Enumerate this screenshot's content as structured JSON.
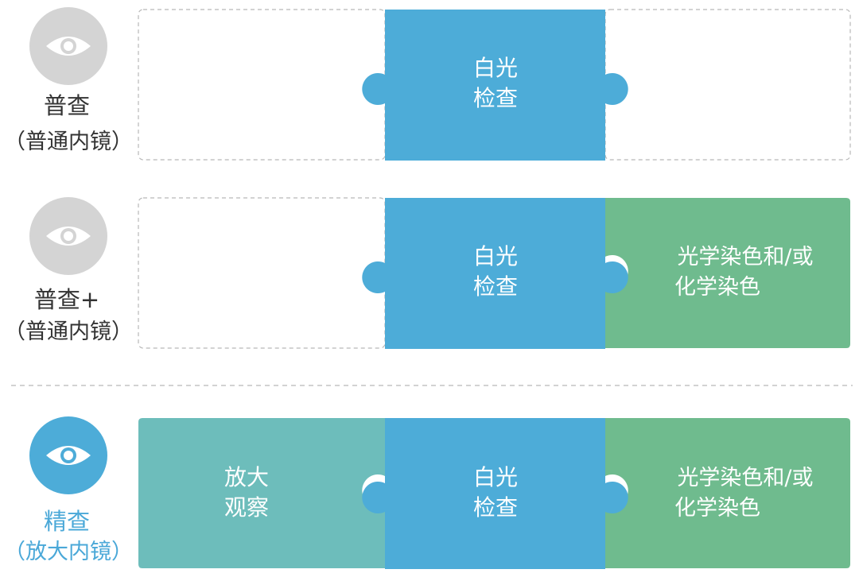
{
  "colors": {
    "blue": "#4dacd8",
    "green": "#6fbb8e",
    "teal": "#6dbdbb",
    "gray_icon": "#d4d4d4",
    "text_dark": "#333333",
    "text_blue": "#4aa8d8",
    "dash": "#b7b7b7"
  },
  "rows": [
    {
      "icon": "eye-icon",
      "label_line1": "普查",
      "label_line2": "（普通内镜）",
      "blocks": {
        "left": "",
        "middle": [
          "白光",
          "检查"
        ],
        "right": ""
      }
    },
    {
      "icon": "eye-icon",
      "label_line1": "普查+",
      "label_line2": "（普通内镜）",
      "blocks": {
        "left": "",
        "middle": [
          "白光",
          "检查"
        ],
        "right": [
          "光学染色和/或",
          "化学染色"
        ]
      }
    },
    {
      "icon": "eye-icon",
      "label_line1": "精查",
      "label_line2": "（放大内镜）",
      "blocks": {
        "left": [
          "放大",
          "观察"
        ],
        "middle": [
          "白光",
          "检查"
        ],
        "right": [
          "光学染色和/或",
          "化学染色"
        ]
      }
    }
  ]
}
